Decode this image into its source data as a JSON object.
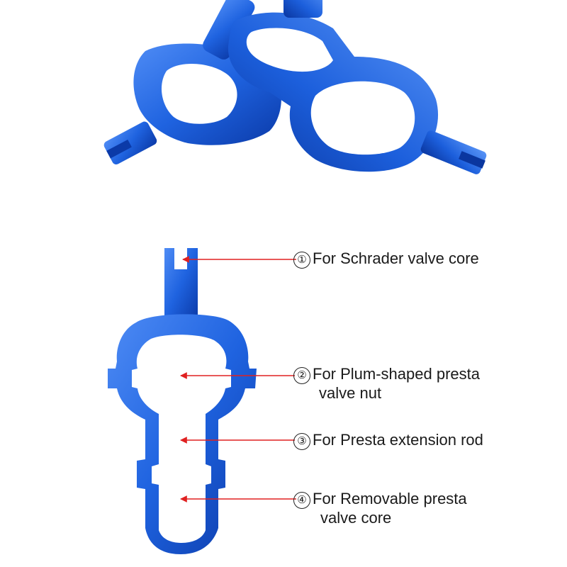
{
  "colors": {
    "tool_blue": "#1f63e0",
    "tool_dark": "#0b3aa8",
    "tool_light": "#4f8cf5",
    "arrow": "#e02020"
  },
  "callouts": [
    {
      "number": "①",
      "line1": "For Schrader valve core",
      "line2": ""
    },
    {
      "number": "②",
      "line1": "For Plum-shaped presta",
      "line2": "valve nut"
    },
    {
      "number": "③",
      "line1": "For Presta extension rod",
      "line2": ""
    },
    {
      "number": "④",
      "line1": "For Removable presta",
      "line2": "valve core"
    }
  ]
}
